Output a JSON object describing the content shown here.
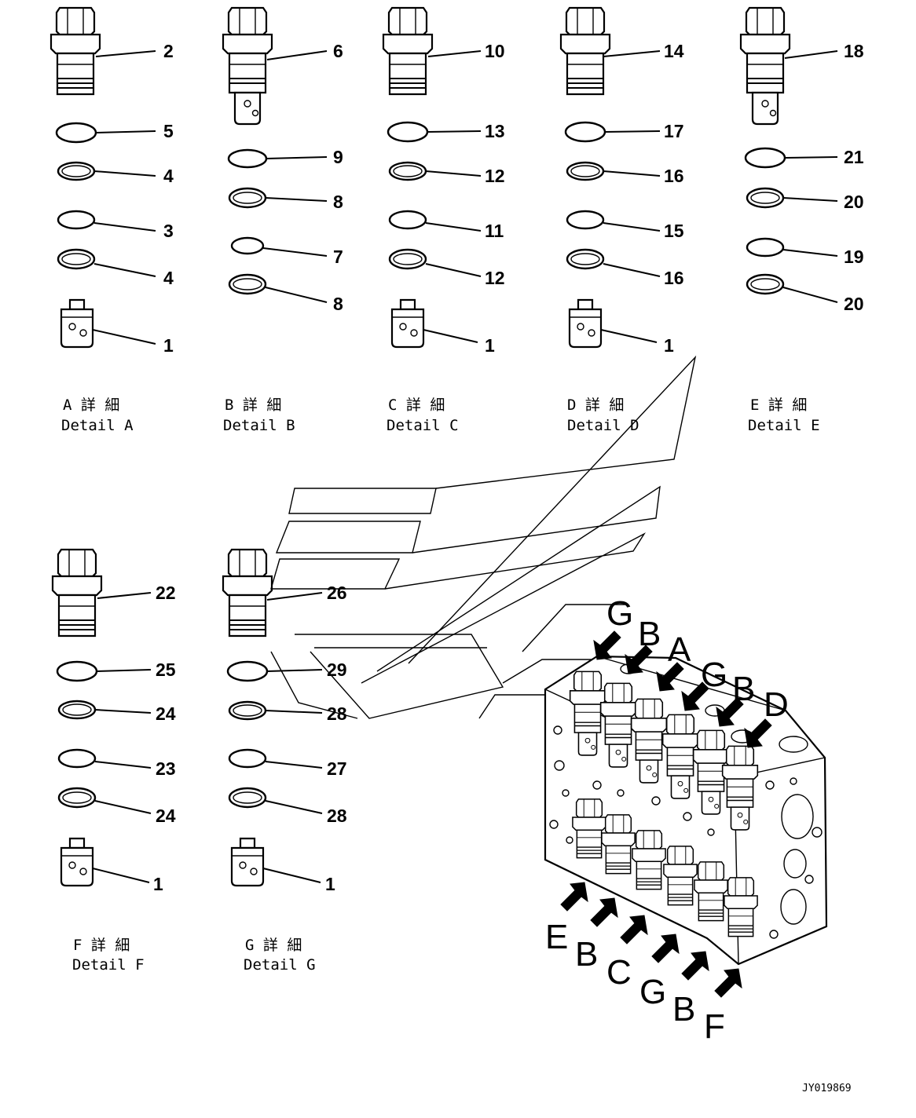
{
  "details": [
    {
      "id": "A",
      "caption_jp": "A 詳 細",
      "caption_en": "Detail A",
      "valve": "2",
      "rings": [
        "5",
        "4",
        "3",
        "4"
      ],
      "plug": "1"
    },
    {
      "id": "B",
      "caption_jp": "B 詳 細",
      "caption_en": "Detail B",
      "valve": "6",
      "rings": [
        "9",
        "8",
        "7",
        "8"
      ],
      "plug": ""
    },
    {
      "id": "C",
      "caption_jp": "C 詳 細",
      "caption_en": "Detail C",
      "valve": "10",
      "rings": [
        "13",
        "12",
        "11",
        "12"
      ],
      "plug": "1"
    },
    {
      "id": "D",
      "caption_jp": "D 詳 細",
      "caption_en": "Detail D",
      "valve": "14",
      "rings": [
        "17",
        "16",
        "15",
        "16"
      ],
      "plug": "1"
    },
    {
      "id": "E",
      "caption_jp": "E 詳 細",
      "caption_en": "Detail E",
      "valve": "18",
      "rings": [
        "21",
        "20",
        "19",
        "20"
      ],
      "plug": ""
    },
    {
      "id": "F",
      "caption_jp": "F 詳 細",
      "caption_en": "Detail F",
      "valve": "22",
      "rings": [
        "25",
        "24",
        "23",
        "24"
      ],
      "plug": "1"
    },
    {
      "id": "G",
      "caption_jp": "G 詳 細",
      "caption_en": "Detail G",
      "valve": "26",
      "rings": [
        "29",
        "28",
        "27",
        "28"
      ],
      "plug": "1"
    }
  ],
  "assembly_top_arrows": [
    "G",
    "B",
    "A",
    "G",
    "B",
    "D"
  ],
  "assembly_bottom_arrows": [
    "E",
    "B",
    "C",
    "G",
    "B",
    "F"
  ],
  "drawing_code": "JY019869"
}
